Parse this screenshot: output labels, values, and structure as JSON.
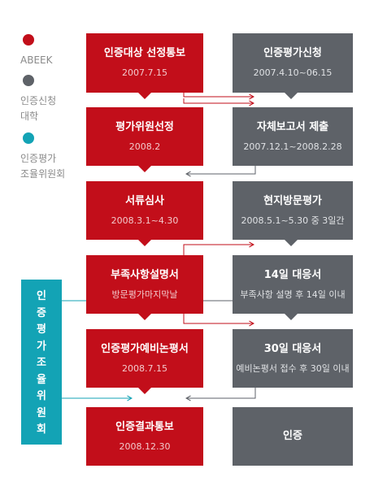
{
  "legend": [
    {
      "label": "ABEEK",
      "color": "#c20e1a"
    },
    {
      "label": "인증신청\n대학",
      "color": "#5e6268"
    },
    {
      "label": "인증평가\n조율위원회",
      "color": "#13a3b5"
    }
  ],
  "committee": {
    "chars": [
      "인",
      "증",
      "평",
      "가",
      "조",
      "율",
      "위",
      "원",
      "회"
    ],
    "color": "#13a3b5"
  },
  "abeek_steps": [
    {
      "title": "인증대상 선정통보",
      "sub": "2007.7.15"
    },
    {
      "title": "평가위원선정",
      "sub": "2008.2"
    },
    {
      "title": "서류심사",
      "sub": "2008.3.1~4.30"
    },
    {
      "title": "부족사항설명서",
      "sub": "방문평가마지막날"
    },
    {
      "title": "인증평가예비논평서",
      "sub": "2008.7.15"
    },
    {
      "title": "인증결과통보",
      "sub": "2008.12.30"
    }
  ],
  "university_steps": [
    {
      "title": "인증평가신청",
      "sub": "2007.4.10~06.15"
    },
    {
      "title": "자체보고서 제출",
      "sub": "2007.12.1~2008.2.28"
    },
    {
      "title": "현지방문평가",
      "sub": "2008.5.1~5.30 중 3일간"
    },
    {
      "title": "14일 대응서",
      "sub": "부족사항 설명 후 14일 이내"
    },
    {
      "title": "30일 대응서",
      "sub": "예비논평서 접수 후 30일 이내"
    },
    {
      "title": "인증",
      "sub": ""
    }
  ],
  "colors": {
    "abeek": "#c20e1a",
    "university": "#5e6268",
    "committee": "#13a3b5"
  }
}
